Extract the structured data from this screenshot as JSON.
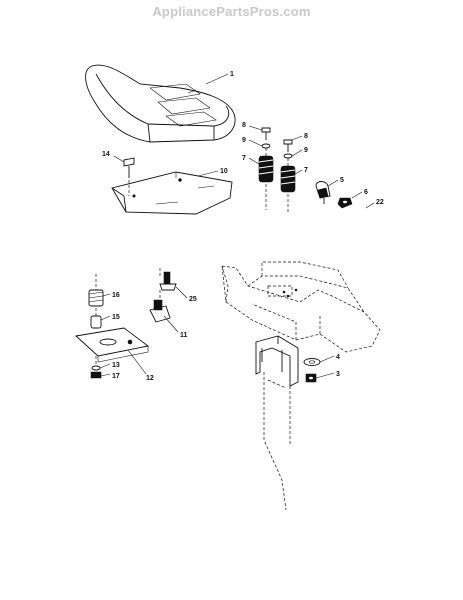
{
  "watermark": "AppliancePartsPros.com",
  "callouts": {
    "c1": "1",
    "c8a": "8",
    "c8b": "8",
    "c9a": "9",
    "c9b": "9",
    "c7a": "7",
    "c7b": "7",
    "c14": "14",
    "c10": "10",
    "c5": "5",
    "c6": "6",
    "c22": "22",
    "c16": "16",
    "c15": "15",
    "c25": "25",
    "c11": "11",
    "c13": "13",
    "c17": "17",
    "c12": "12",
    "c4": "4",
    "c3": "3"
  }
}
